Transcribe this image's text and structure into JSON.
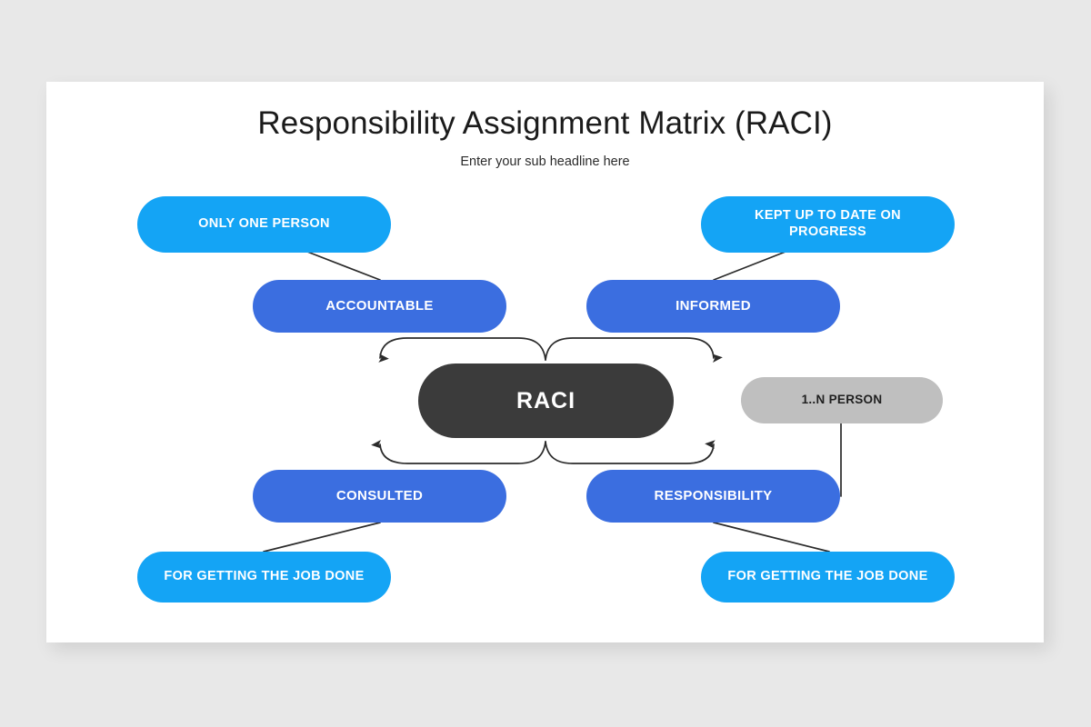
{
  "slide": {
    "title": "Responsibility Assignment Matrix (RACI)",
    "subtitle": "Enter your sub headline here"
  },
  "colors": {
    "background": "#e8e8e8",
    "card": "#ffffff",
    "outer_pill": "#14a4f5",
    "role_pill": "#3b6ee0",
    "center_node": "#3b3b3b",
    "note_pill": "#bfbfbf",
    "connector": "#2b2b2b",
    "title_text": "#1b1b1b",
    "pill_text": "#ffffff",
    "note_text": "#1f1f1f"
  },
  "diagram": {
    "type": "raci-mind-map",
    "center": {
      "id": "raci",
      "label": "RACI"
    },
    "roles": [
      {
        "id": "accountable",
        "label": "ACCOUNTABLE",
        "position": "top-left"
      },
      {
        "id": "informed",
        "label": "INFORMED",
        "position": "top-right"
      },
      {
        "id": "consulted",
        "label": "CONSULTED",
        "position": "bottom-left"
      },
      {
        "id": "responsibility",
        "label": "RESPONSIBILITY",
        "position": "bottom-right"
      }
    ],
    "descriptions": [
      {
        "id": "only-one-person",
        "label": "ONLY ONE PERSON",
        "attached_to": "accountable"
      },
      {
        "id": "kept-up-to-date",
        "label": "KEPT UP TO DATE ON PROGRESS",
        "line1": "KEPT UP TO DATE ON",
        "line2": "PROGRESS",
        "attached_to": "informed"
      },
      {
        "id": "job-done-left",
        "label": "FOR GETTING THE JOB DONE",
        "attached_to": "consulted"
      },
      {
        "id": "job-done-right",
        "label": "FOR GETTING THE JOB DONE",
        "attached_to": "responsibility"
      }
    ],
    "notes": [
      {
        "id": "n-person",
        "label": "1..N PERSON",
        "attached_to": "responsibility"
      }
    ]
  }
}
